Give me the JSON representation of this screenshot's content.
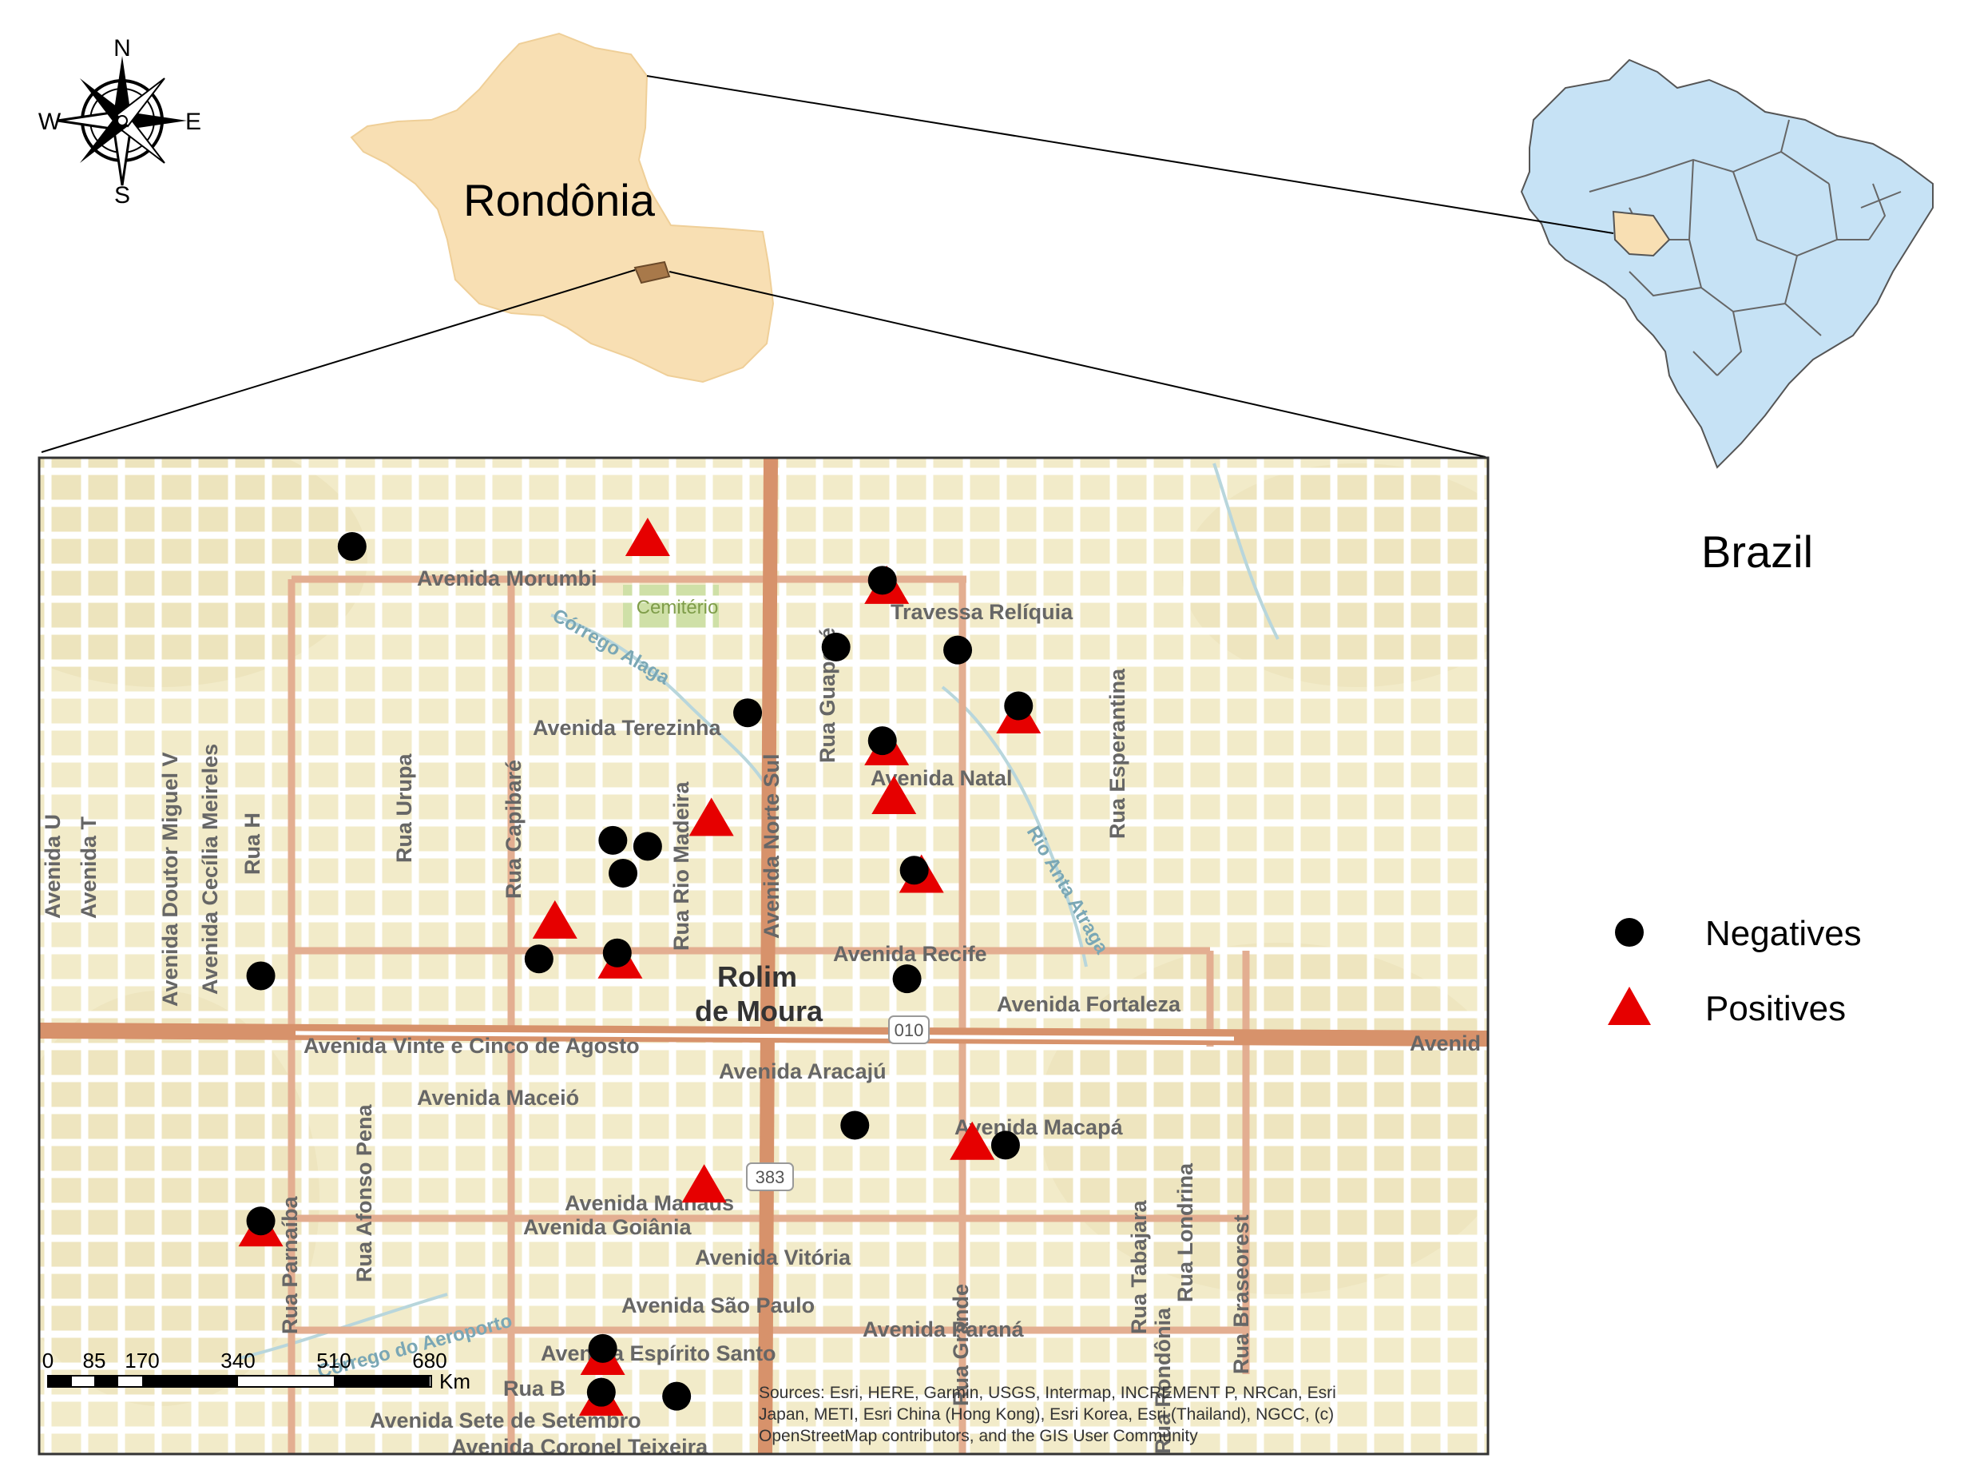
{
  "compass": {
    "n": "N",
    "s": "S",
    "e": "E",
    "w": "W"
  },
  "state_label": "Rondônia",
  "country_label": "Brazil",
  "legend": {
    "negatives": "Negatives",
    "positives": "Positives"
  },
  "city_label": {
    "line1": "Rolim",
    "line2": "de Moura"
  },
  "landmark": "Cemitério",
  "road_shields": [
    "010",
    "383"
  ],
  "street_labels": [
    "Avenida Morumbi",
    "Travessa Relíquia",
    "Avenida Terezinha",
    "Avenida Natal",
    "Avenida Recife",
    "Avenida Fortaleza",
    "Avenida Vinte e Cinco de Agosto",
    "Avenid",
    "Avenida Aracajú",
    "Avenida Maceió",
    "Avenida Macapá",
    "Avenida Manaus",
    "Avenida Goiânia",
    "Avenida Vitória",
    "Avenida São Paulo",
    "Avenida Paraná",
    "Avenida Espírito Santo",
    "Rua B",
    "Avenida Sete de Setembro",
    "Avenida Coronel Teixeira",
    "Córrego Alaga",
    "Rio Anta Atraga",
    "Córrego do Aeroporto",
    "Avenida U",
    "Avenida T",
    "Avenida Doutor Miguel V",
    "Avenida Cecília Meireles",
    "Rua H",
    "Rua Urupa",
    "Rua Capibaré",
    "Rua Rio Madeira",
    "Avenida Norte Sul",
    "Rua Guaporé",
    "Rua Esperantina",
    "Rua Afonso Pena",
    "Rua Parnaíba",
    "Rua Tabajara",
    "Rua Rondônia",
    "Rua Londrina",
    "Rua Braseorest",
    "Rua Grande"
  ],
  "scale_bar": {
    "ticks": [
      "0",
      "85",
      "170",
      "340",
      "510",
      "680"
    ],
    "unit": "Km"
  },
  "attribution": {
    "line1": "Sources: Esri, HERE, Garmin, USGS, Intermap, INCREMENT P, NRCan, Esri",
    "line2": "Japan, METI, Esri China (Hong Kong), Esri Korea, Esri (Thailand), NGCC, (c)",
    "line3": "OpenStreetMap contributors, and the GIS User Community"
  },
  "points": {
    "negatives": [
      [
        0.216,
        0.089
      ],
      [
        0.582,
        0.123
      ],
      [
        0.55,
        0.19
      ],
      [
        0.634,
        0.193
      ],
      [
        0.489,
        0.256
      ],
      [
        0.676,
        0.249
      ],
      [
        0.582,
        0.284
      ],
      [
        0.396,
        0.384
      ],
      [
        0.42,
        0.39
      ],
      [
        0.403,
        0.417
      ],
      [
        0.604,
        0.414
      ],
      [
        0.153,
        0.52
      ],
      [
        0.345,
        0.503
      ],
      [
        0.399,
        0.497
      ],
      [
        0.599,
        0.523
      ],
      [
        0.563,
        0.67
      ],
      [
        0.667,
        0.69
      ],
      [
        0.153,
        0.766
      ],
      [
        0.389,
        0.894
      ],
      [
        0.388,
        0.938
      ],
      [
        0.44,
        0.942
      ]
    ],
    "positives": [
      [
        0.42,
        0.081
      ],
      [
        0.585,
        0.129
      ],
      [
        0.676,
        0.259
      ],
      [
        0.585,
        0.291
      ],
      [
        0.59,
        0.34
      ],
      [
        0.464,
        0.362
      ],
      [
        0.609,
        0.419
      ],
      [
        0.356,
        0.465
      ],
      [
        0.401,
        0.505
      ],
      [
        0.644,
        0.687
      ],
      [
        0.459,
        0.73
      ],
      [
        0.153,
        0.774
      ],
      [
        0.389,
        0.903
      ],
      [
        0.388,
        0.944
      ]
    ]
  },
  "colors": {
    "negative": "#000000",
    "positive": "#e60000",
    "state_fill": "#f8dfb3",
    "country_fill": "#c6e2f5",
    "map_base": "#f2ebc9",
    "major_road": "#d7926b",
    "minor_road": "#ffffff"
  }
}
